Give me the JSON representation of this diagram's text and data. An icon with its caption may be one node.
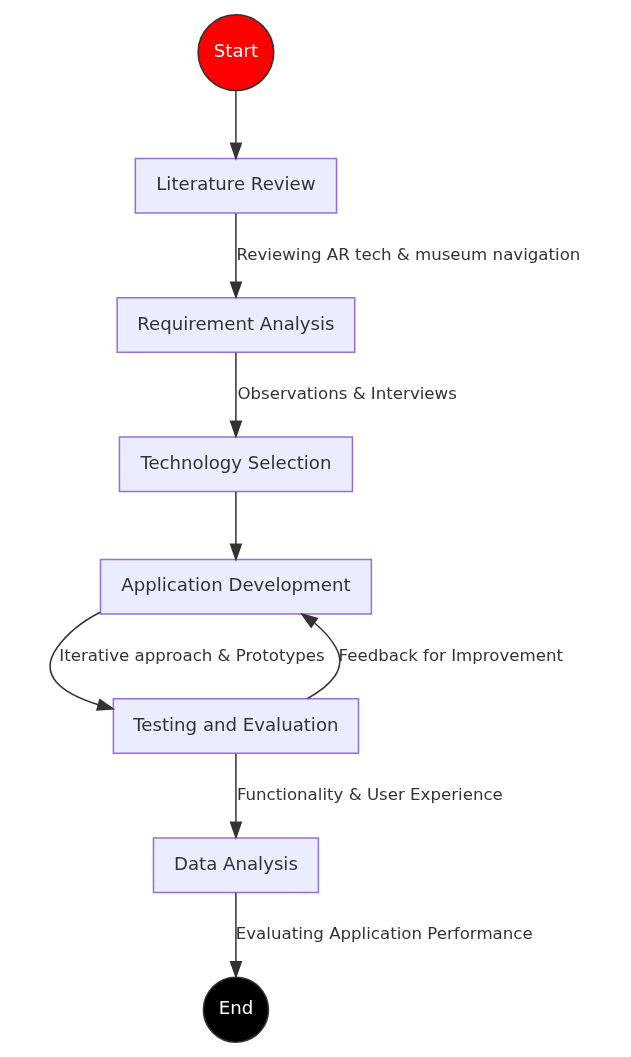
{
  "diagram": {
    "nodes": [
      {
        "text": [
          "Start"
        ]
      },
      {
        "text": [
          "Literature Review"
        ]
      },
      {
        "text": [
          "Requirement Analysis"
        ]
      },
      {
        "text": [
          "Technology Selection"
        ]
      },
      {
        "text": [
          "Application Development"
        ]
      },
      {
        "text": [
          "Testing and Evaluation"
        ]
      },
      {
        "text": [
          "Data Analysis"
        ]
      },
      {
        "text": [
          "End"
        ]
      }
    ],
    "edges": [
      {
        "from": 0,
        "to": 1,
        "arrow": "to"
      },
      {
        "from": 1,
        "to": 2,
        "arrow": "to",
        "label": "Reviewing AR tech & museum navigation"
      },
      {
        "from": 2,
        "to": 3,
        "arrow": "to",
        "label": "Observations & Interviews"
      },
      {
        "from": 3,
        "to": 4,
        "arrow": "to"
      },
      {
        "from": 4,
        "to": 5,
        "arrow": "to",
        "label": "Iterative approach & Prototypes"
      },
      {
        "from": 5,
        "to": 4,
        "arrow": "to",
        "label": "Feedback for Improvement"
      },
      {
        "from": 5,
        "to": 6,
        "arrow": "to",
        "label": "Functionality & User Experience"
      },
      {
        "from": 6,
        "to": 7,
        "arrow": "to",
        "label": "Evaluating Application Performance"
      }
    ]
  }
}
